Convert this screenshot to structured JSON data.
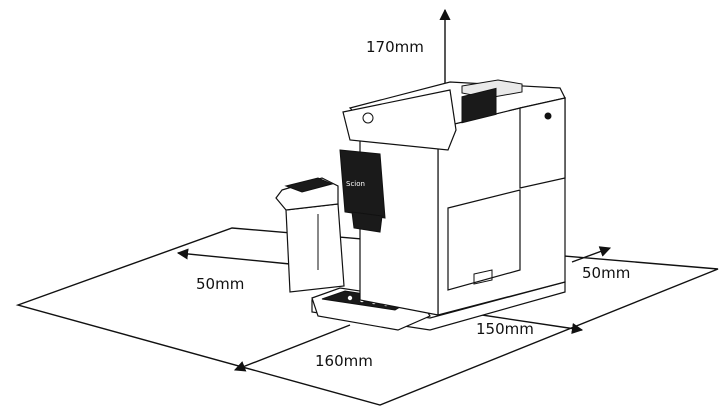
{
  "diagram": {
    "brand_text": "Scion",
    "clearances": {
      "top": "170mm",
      "left": "50mm",
      "right": "50mm",
      "back_right": "150mm",
      "front": "160mm"
    }
  },
  "colors": {
    "stroke": "#111111",
    "panel_dark": "#1a1a1a",
    "background": "#ffffff"
  }
}
